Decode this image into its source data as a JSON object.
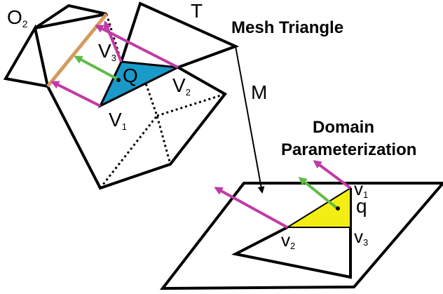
{
  "titles": {
    "mesh": "Mesh Triangle",
    "domain_line1": "Domain",
    "domain_line2": "Parameterization"
  },
  "labels": {
    "O": "O",
    "O_sub": "2",
    "T": "T",
    "M": "M",
    "Q": "Q",
    "q": "q",
    "V": "V",
    "V1_sub": "1",
    "V2_sub": "2",
    "V3_sub": "3",
    "v": "v",
    "v1_sub": "1",
    "v2_sub": "2",
    "v3_sub": "3"
  },
  "colors": {
    "stroke": "#000000",
    "mesh_triangle_fill": "#1a9ac9",
    "domain_triangle_fill": "#f2ee14",
    "magenta_arrow": "#c13aa6",
    "green_arrow": "#5fbb46",
    "orange_segment": "#d49a5e"
  }
}
